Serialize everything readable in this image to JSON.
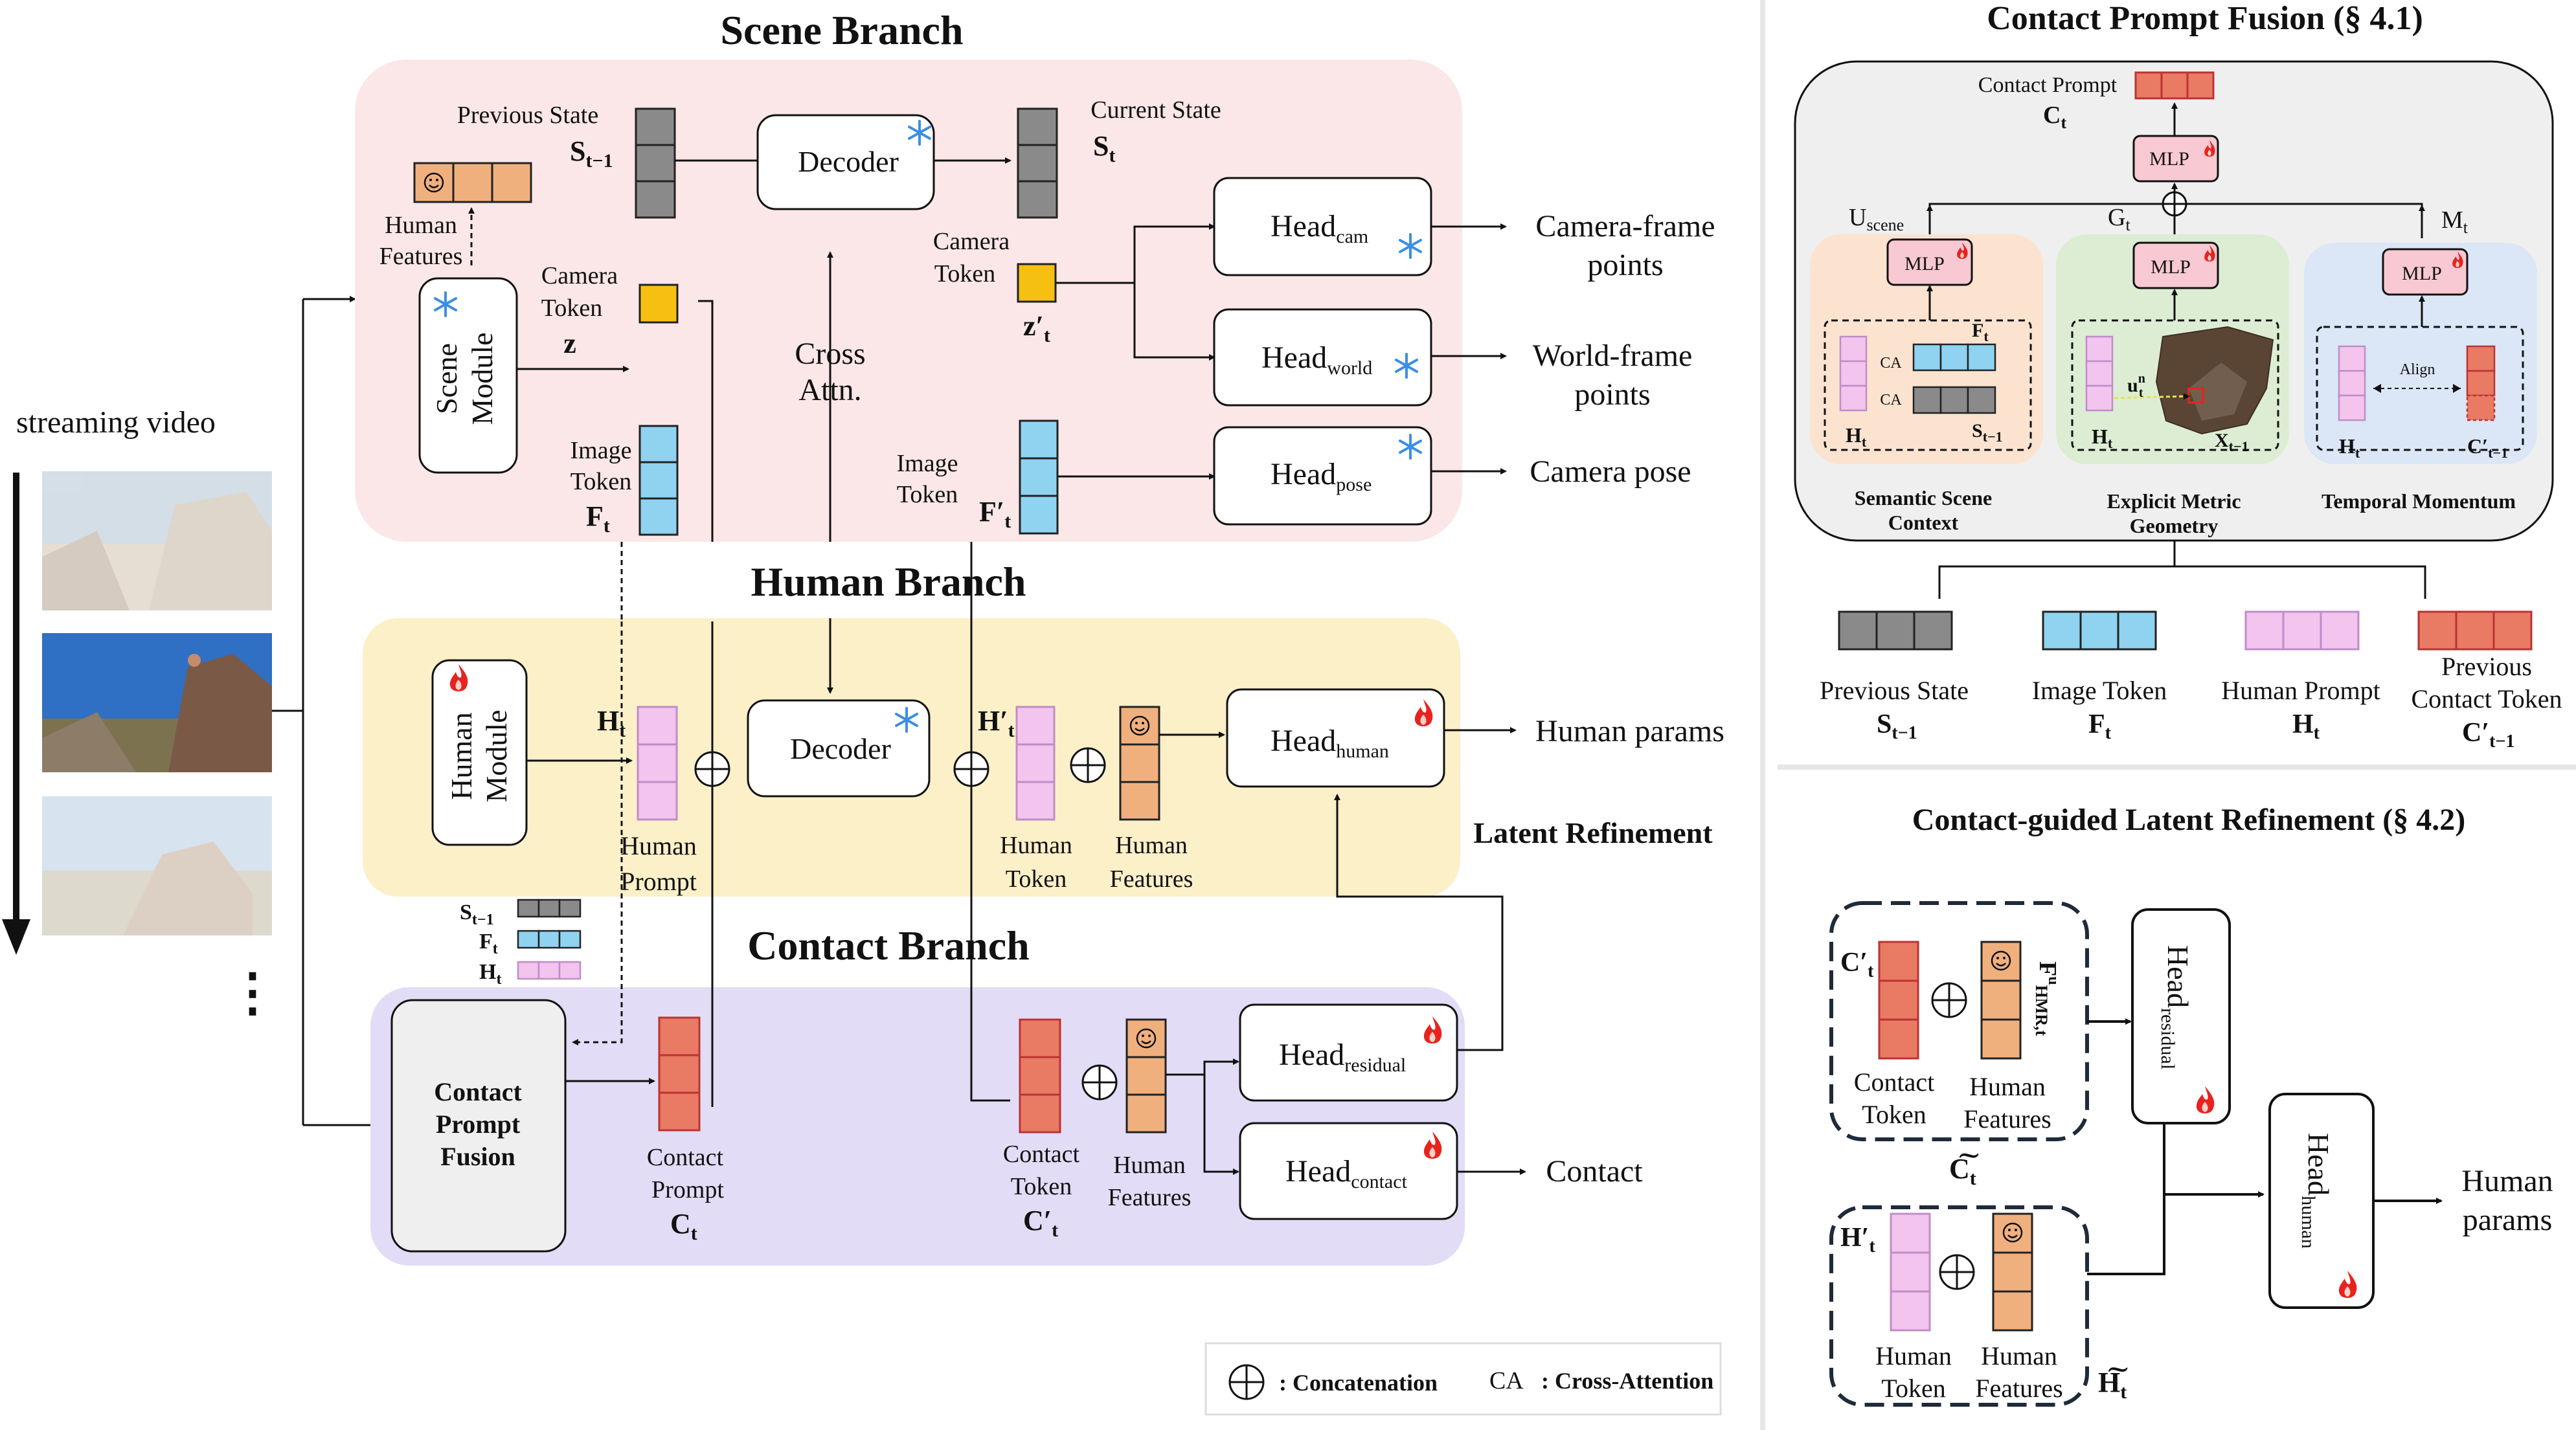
{
  "colors": {
    "scene_bg": "#fbe7e7",
    "human_bg": "#fcf0c8",
    "contact_bg": "#e3dcf6",
    "semantic_bg": "#fbe3cf",
    "metric_bg": "#dcedd3",
    "temporal_bg": "#dbe6f6",
    "gray_token": "#8a8a8a",
    "cyan_token": "#8fd3f0",
    "pink_token": "#f2c4ee",
    "red_token": "#e97a64",
    "orange_token": "#f0b07e",
    "yellow_token": "#f5c012",
    "mlp_fill": "#f8c9d2",
    "fusion_fill": "#efefef"
  },
  "icons": [
    "frozen-snowflake-icon",
    "trainable-fire-icon",
    "smiley-face-icon",
    "concatenation-circle-plus-icon"
  ],
  "left": {
    "streaming_video": "streaming video",
    "ellipsis": "⋮",
    "scene_branch": {
      "title": "Scene Branch",
      "previous_state": "Previous State",
      "prev_state_sym": "S",
      "prev_state_sub": "t−1",
      "human_features": [
        "Human",
        "Features"
      ],
      "scene_module": [
        "Scene",
        "Module"
      ],
      "camera_token": [
        "Camera",
        "Token"
      ],
      "z_label": "z",
      "image_token": [
        "Image",
        "Token"
      ],
      "f_sym": "F",
      "f_sub": "t",
      "decoder": "Decoder",
      "cross_attn": [
        "Cross",
        "Attn."
      ],
      "current_state": "Current State",
      "cur_state_sym": "S",
      "cur_state_sub": "t",
      "camera_token_2": [
        "Camera",
        "Token"
      ],
      "zprime_sym": "z′",
      "zprime_sub": "t",
      "image_token_2": [
        "Image",
        "Token"
      ],
      "fprime_sym": "F′",
      "fprime_sub": "t",
      "head": "Head",
      "head_cam_sub": "cam",
      "head_world_sub": "world",
      "head_pose_sub": "pose",
      "out_cam": [
        "Camera-frame",
        "points"
      ],
      "out_world": [
        "World-frame",
        "points"
      ],
      "out_pose": "Camera pose"
    },
    "human_branch": {
      "title": "Human Branch",
      "human_module": [
        "Human",
        "Module"
      ],
      "h_sym": "H",
      "h_sub": "t",
      "human_prompt": [
        "Human",
        "Prompt"
      ],
      "decoder": "Decoder",
      "hprime_sym": "H′",
      "hprime_sub": "t",
      "human_token": [
        "Human",
        "Token"
      ],
      "human_features": [
        "Human",
        "Features"
      ],
      "head": "Head",
      "head_sub": "human",
      "out": "Human params",
      "latent_refinement": "Latent Refinement"
    },
    "contact_branch": {
      "title": "Contact Branch",
      "legend_s_sym": "S",
      "legend_s_sub": "t−1",
      "legend_f_sym": "F",
      "legend_f_sub": "t",
      "legend_h_sym": "H",
      "legend_h_sub": "t",
      "fusion": [
        "Contact",
        "Prompt",
        "Fusion"
      ],
      "contact_prompt": [
        "Contact",
        "Prompt"
      ],
      "c_sym": "C",
      "c_sub": "t",
      "contact_token": [
        "Contact",
        "Token"
      ],
      "cprime_sym": "C′",
      "cprime_sub": "t",
      "human_features": [
        "Human",
        "Features"
      ],
      "head": "Head",
      "head_residual_sub": "residual",
      "head_contact_sub": "contact",
      "out": "Contact"
    },
    "legend": {
      "concat": ": Concatenation",
      "ca": "CA",
      "ca_desc": ": Cross-Attention"
    }
  },
  "right_top": {
    "title": "Contact Prompt Fusion (§ 4.1)",
    "contact_prompt": "Contact Prompt",
    "c_sym": "C",
    "c_sub": "t",
    "mlp": "MLP",
    "u_sym": "U",
    "u_sub": "scene",
    "g_sym": "G",
    "g_sub": "t",
    "m_sym": "M",
    "m_sub": "t",
    "ca": "CA",
    "ft_sym": "F",
    "ft_sub": "t",
    "ht_sym": "H",
    "ht_sub": "t",
    "st_sym": "S",
    "st_sub": "t−1",
    "un_sym": "u",
    "un_sup": "n",
    "un_sub": "t",
    "x_sym": "X",
    "x_sub": "t−1",
    "align": "Align",
    "cprev_sym": "C′",
    "cprev_sub": "t−1",
    "semantic": [
      "Semantic Scene",
      "Context"
    ],
    "metric": [
      "Explicit Metric",
      "Geometry"
    ],
    "temporal": "Temporal Momentum",
    "legend_prev_state": "Previous State",
    "legend_prev_state_sym": "S",
    "legend_prev_state_sub": "t−1",
    "legend_image_token": "Image Token",
    "legend_image_sym": "F",
    "legend_image_sub": "t",
    "legend_human_prompt": "Human Prompt",
    "legend_human_sym": "H",
    "legend_human_sub": "t",
    "legend_prev_contact": [
      "Previous",
      "Contact Token"
    ],
    "legend_prev_contact_sym": "C′",
    "legend_prev_contact_sub": "t−1"
  },
  "right_bottom": {
    "title": "Contact-guided Latent Refinement (§ 4.2)",
    "cprime_sym": "C′",
    "cprime_sub": "t",
    "fhmr_sym": "F",
    "fhmr_sup": "u",
    "fhmr_sub": "HMR,t",
    "contact_token": [
      "Contact",
      "Token"
    ],
    "human_features": [
      "Human",
      "Features"
    ],
    "ctilde_sym": "C͠",
    "ctilde_sub": "t",
    "hprime_sym": "H′",
    "hprime_sub": "t",
    "human_token": [
      "Human",
      "Token"
    ],
    "human_features_2": [
      "Human",
      "Features"
    ],
    "htilde_sym": "H͠",
    "htilde_sub": "t",
    "head": "Head",
    "head_residual_sub": "residual",
    "head_human_sub": "human",
    "out": [
      "Human",
      "params"
    ]
  }
}
